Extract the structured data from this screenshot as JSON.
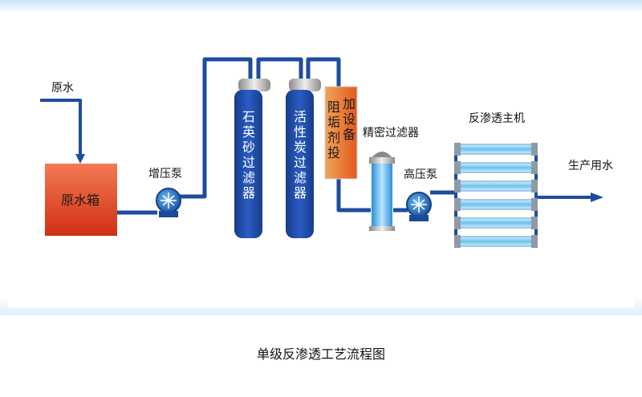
{
  "diagram": {
    "labels": {
      "raw_water": "原水",
      "raw_water_tank": "原水箱",
      "booster_pump": "增压泵",
      "quartz_sand_filter": "石英砂过滤器",
      "activated_carbon_filter": "活性炭过滤器",
      "dosing_device": "加设备",
      "antiscalant_dosing": "阻垢剂投",
      "precision_filter": "精密过滤器",
      "high_pressure_pump": "高压泵",
      "ro_main_unit": "反渗透主机",
      "product_water": "生产用水"
    },
    "caption": "单级反渗透工艺流程图",
    "colors": {
      "pipe": "#1f4c9e",
      "tank": "#d9401c",
      "filter": "#1e4aa8",
      "dosing": "#e46a22",
      "membrane": "#6fc0ea",
      "pump": "#2a78c8"
    }
  }
}
